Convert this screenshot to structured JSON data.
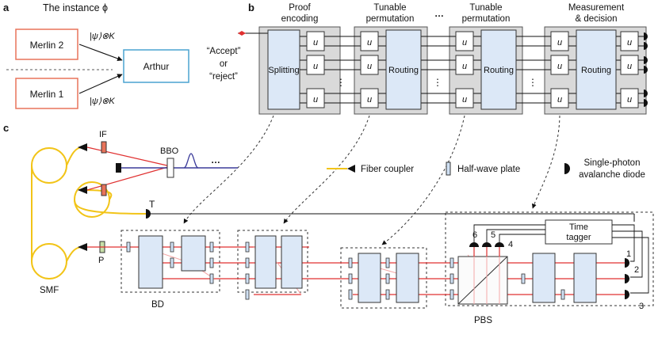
{
  "panel_a": {
    "letter": "a",
    "title": "The instance ϕ",
    "merlin_top": "Merlin 2",
    "merlin_bottom": "Merlin 1",
    "state_top": "|ψ⟩⊗K",
    "state_bottom": "|ψ⟩⊗K",
    "arthur": "Arthur",
    "decision": [
      "“Accept”",
      "or",
      "“reject”"
    ]
  },
  "panel_b": {
    "letter": "b",
    "stages": [
      {
        "title": [
          "Proof",
          "encoding"
        ],
        "block": "Splitting"
      },
      {
        "title": [
          "Tunable",
          "permutation"
        ],
        "block": "Routing"
      },
      {
        "title": [
          "Tunable",
          "permutation"
        ],
        "block": "Routing"
      },
      {
        "title": [
          "Measurement",
          "& decision"
        ],
        "block": "Routing"
      }
    ],
    "ellipsis": "…",
    "unitary": "u",
    "vdots": "⋮"
  },
  "panel_c": {
    "letter": "c",
    "labels": {
      "if": "IF",
      "bbo": "BBO",
      "t": "T",
      "p": "P",
      "smf": "SMF",
      "bd": "BD",
      "pbs": "PBS",
      "time_tagger": [
        "Time",
        "tagger"
      ],
      "dots": "…"
    },
    "legend": {
      "fiber_coupler": "Fiber coupler",
      "half_wave_plate": "Half-wave plate",
      "spad": [
        "Single-photon",
        "avalanche diode"
      ]
    },
    "detector_numbers": [
      "1",
      "2",
      "3",
      "4",
      "5",
      "6"
    ]
  },
  "colors": {
    "merlin_box": "#e8735a",
    "arthur_box": "#4aa3d0",
    "block_fill": "#dce8f7",
    "block_stroke": "#444444",
    "stage_bg": "#d9d9d9",
    "laser_red": "#e03030",
    "pump_blue": "#3b3b9a",
    "fiber_yellow": "#f2c418",
    "hwp_fill": "#cfe0f3",
    "dashed": "#333333"
  }
}
